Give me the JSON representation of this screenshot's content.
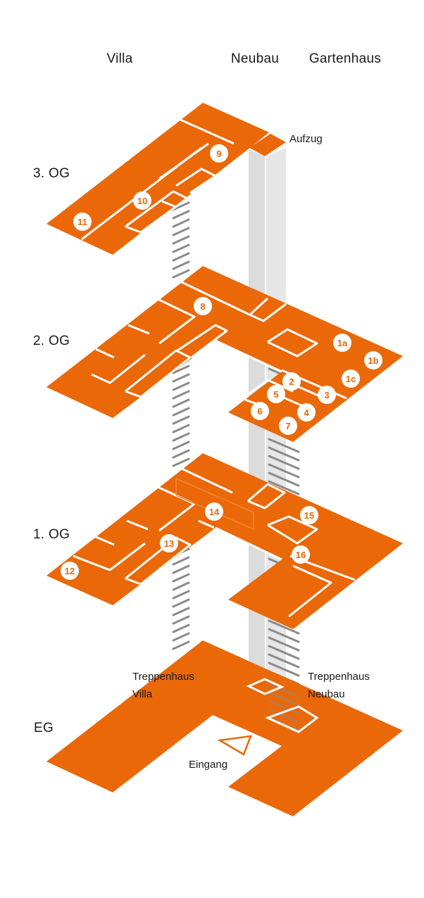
{
  "columns": {
    "villa": "Villa",
    "neubau": "Neubau",
    "gartenhaus": "Gartenhaus"
  },
  "floors": {
    "og3": "3. OG",
    "og2": "2. OG",
    "og1": "1. OG",
    "eg": "EG"
  },
  "labels": {
    "aufzug": "Aufzug",
    "treppenhaus_villa_1": "Treppenhaus",
    "treppenhaus_villa_2": "Villa",
    "treppenhaus_neubau_1": "Treppenhaus",
    "treppenhaus_neubau_2": "Neubau",
    "eingang": "Eingang"
  },
  "rooms": [
    "9",
    "10",
    "11",
    "8",
    "1a",
    "1b",
    "1c",
    "2",
    "3",
    "5",
    "4",
    "6",
    "7",
    "14",
    "15",
    "13",
    "16",
    "12"
  ],
  "colors": {
    "floor": "#ea6808",
    "shaft": "#dcdcdc",
    "stairs": "#8a8a8a",
    "wall": "#ffffff"
  }
}
